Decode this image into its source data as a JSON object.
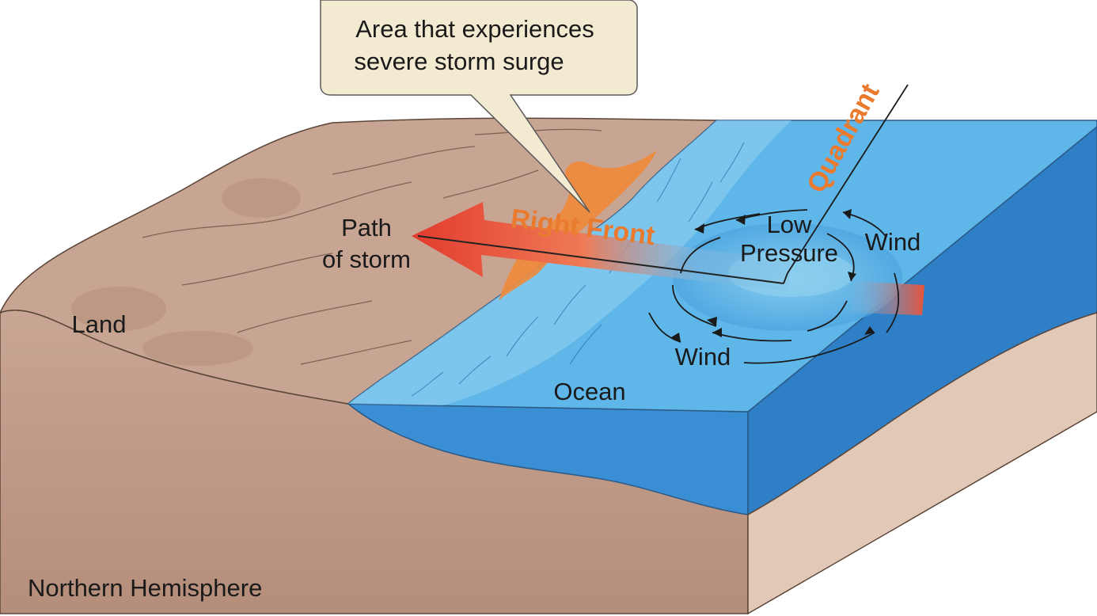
{
  "callout": {
    "line1": "Area that experiences",
    "line2": "severe storm surge"
  },
  "labels": {
    "path_line1": "Path",
    "path_line2": "of storm",
    "land": "Land",
    "ocean": "Ocean",
    "low": "Low",
    "pressure": "Pressure",
    "wind_right": "Wind",
    "wind_bottom": "Wind",
    "right_front": "Right Front",
    "quadrant": "Quadrant",
    "hemisphere": "Northern Hemisphere"
  },
  "colors": {
    "land": "#c8a592",
    "land_dark": "#a8826e",
    "ocean_top": "#5fb6e8",
    "ocean_side": "#3a8fd4",
    "surge": "#ef8a3a",
    "arrow": "#e23b2e",
    "label_orange": "#e97a2e",
    "callout_fill": "#f3ead2"
  }
}
